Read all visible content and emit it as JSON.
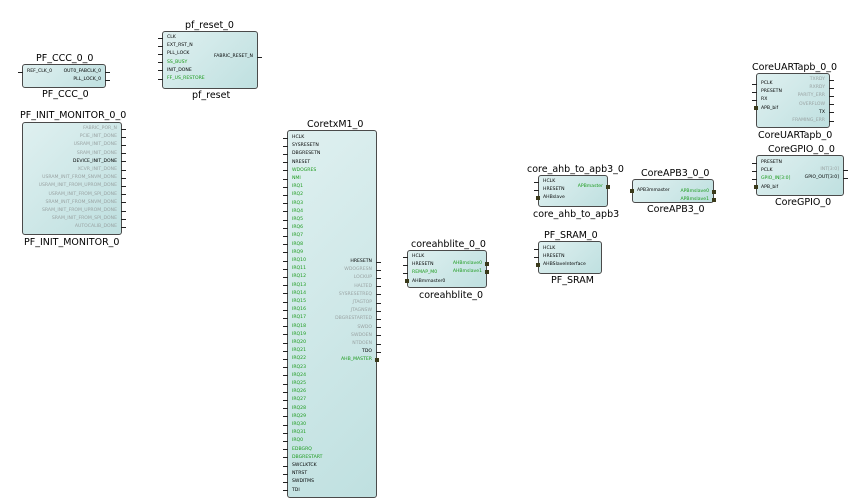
{
  "blocks": [
    {
      "id": "pf_ccc",
      "title": "PF_CCC_0_0",
      "label": "PF_CCC_0",
      "left": [
        {
          "t": "REF_CLK_0",
          "c": "k"
        }
      ],
      "right": [
        {
          "t": "OUT0_FABCLK_0",
          "c": "k"
        },
        {
          "t": "PLL_LOCK_0",
          "c": "k"
        }
      ]
    },
    {
      "id": "pf_reset",
      "title": "pf_reset_0",
      "label": "pf_reset",
      "left": [
        {
          "t": "CLK",
          "c": "k"
        },
        {
          "t": "EXT_RST_N",
          "c": "k"
        },
        {
          "t": "PLL_LOCK",
          "c": "k"
        },
        {
          "t": "SS_BUSY",
          "c": "g"
        },
        {
          "t": "INIT_DONE",
          "c": "k"
        },
        {
          "t": "FF_US_RESTORE",
          "c": "g"
        }
      ],
      "right": [
        {
          "t": "FABRIC_RESET_N",
          "c": "k"
        }
      ]
    },
    {
      "id": "pf_init",
      "title": "PF_INIT_MONITOR_0_0",
      "label": "PF_INIT_MONITOR_0",
      "left": [],
      "right": [
        {
          "t": "FABRIC_POR_N",
          "c": "d"
        },
        {
          "t": "PCIE_INIT_DONE",
          "c": "d"
        },
        {
          "t": "USRAM_INIT_DONE",
          "c": "d"
        },
        {
          "t": "SRAM_INIT_DONE",
          "c": "d"
        },
        {
          "t": "DEVICE_INIT_DONE",
          "c": "k"
        },
        {
          "t": "XCVR_INIT_DONE",
          "c": "d"
        },
        {
          "t": "USRAM_INIT_FROM_SNVM_DONE",
          "c": "d"
        },
        {
          "t": "USRAM_INIT_FROM_UPROM_DONE",
          "c": "d"
        },
        {
          "t": "USRAM_INIT_FROM_SPI_DONE",
          "c": "d"
        },
        {
          "t": "SRAM_INIT_FROM_SNVM_DONE",
          "c": "d"
        },
        {
          "t": "SRAM_INIT_FROM_UPROM_DONE",
          "c": "d"
        },
        {
          "t": "SRAM_INIT_FROM_SPI_DONE",
          "c": "d"
        },
        {
          "t": "AUTOCALIB_DONE",
          "c": "d"
        }
      ]
    },
    {
      "id": "coretx",
      "title": "CoretxM1_0",
      "label": "",
      "left": [
        {
          "t": "HCLK",
          "c": "k"
        },
        {
          "t": "SYSRESETN",
          "c": "k"
        },
        {
          "t": "DBGRESETN",
          "c": "k"
        },
        {
          "t": "NRESET",
          "c": "k"
        },
        {
          "t": "WDOGRES",
          "c": "g"
        },
        {
          "t": "NMI",
          "c": "g"
        },
        {
          "t": "IRQ1",
          "c": "g"
        },
        {
          "t": "IRQ2",
          "c": "g"
        },
        {
          "t": "IRQ3",
          "c": "g"
        },
        {
          "t": "IRQ4",
          "c": "g"
        },
        {
          "t": "IRQ5",
          "c": "g"
        },
        {
          "t": "IRQ6",
          "c": "g"
        },
        {
          "t": "IRQ7",
          "c": "g"
        },
        {
          "t": "IRQ8",
          "c": "g"
        },
        {
          "t": "IRQ9",
          "c": "g"
        },
        {
          "t": "IRQ10",
          "c": "g"
        },
        {
          "t": "IRQ11",
          "c": "g"
        },
        {
          "t": "IRQ12",
          "c": "g"
        },
        {
          "t": "IRQ13",
          "c": "g"
        },
        {
          "t": "IRQ14",
          "c": "g"
        },
        {
          "t": "IRQ15",
          "c": "g"
        },
        {
          "t": "IRQ16",
          "c": "g"
        },
        {
          "t": "IRQ17",
          "c": "g"
        },
        {
          "t": "IRQ18",
          "c": "g"
        },
        {
          "t": "IRQ19",
          "c": "g"
        },
        {
          "t": "IRQ20",
          "c": "g"
        },
        {
          "t": "IRQ21",
          "c": "g"
        },
        {
          "t": "IRQ22",
          "c": "g"
        },
        {
          "t": "IRQ23",
          "c": "g"
        },
        {
          "t": "IRQ24",
          "c": "g"
        },
        {
          "t": "IRQ25",
          "c": "g"
        },
        {
          "t": "IRQ26",
          "c": "g"
        },
        {
          "t": "IRQ27",
          "c": "g"
        },
        {
          "t": "IRQ28",
          "c": "g"
        },
        {
          "t": "IRQ29",
          "c": "g"
        },
        {
          "t": "IRQ30",
          "c": "g"
        },
        {
          "t": "IRQ31",
          "c": "g"
        },
        {
          "t": "IRQ0",
          "c": "g"
        },
        {
          "t": "EDBGRQ",
          "c": "g"
        },
        {
          "t": "DBGRESTART",
          "c": "g"
        },
        {
          "t": "SWCLKTCK",
          "c": "k"
        },
        {
          "t": "NTRST",
          "c": "k"
        },
        {
          "t": "SWDITMS",
          "c": "k"
        },
        {
          "t": "TDI",
          "c": "k"
        }
      ],
      "right": [
        {
          "t": "HRESETN",
          "c": "k"
        },
        {
          "t": "WDOGRESN",
          "c": "d"
        },
        {
          "t": "LOCKUP",
          "c": "d"
        },
        {
          "t": "HALTED",
          "c": "d"
        },
        {
          "t": "SYSRESETREQ",
          "c": "d"
        },
        {
          "t": "JTAGTOP",
          "c": "d"
        },
        {
          "t": "JTAGNSW",
          "c": "d"
        },
        {
          "t": "DBGRESTARTED",
          "c": "d"
        },
        {
          "t": "SWDO",
          "c": "d"
        },
        {
          "t": "SWDOEN",
          "c": "d"
        },
        {
          "t": "NTDOEN",
          "c": "d"
        },
        {
          "t": "TDO",
          "c": "k"
        },
        {
          "t": "AHB_MASTER",
          "c": "g"
        }
      ]
    },
    {
      "id": "coreahblite",
      "title": "coreahblite_0_0",
      "label": "coreahblite_0",
      "left": [
        {
          "t": "HCLK",
          "c": "k"
        },
        {
          "t": "HRESETN",
          "c": "k"
        },
        {
          "t": "REMAP_M0",
          "c": "g"
        },
        {
          "t": "AHBmmaster0",
          "c": "k"
        }
      ],
      "right": [
        {
          "t": "AHBmslave0",
          "c": "g"
        },
        {
          "t": "AHBmslave1",
          "c": "g"
        }
      ]
    },
    {
      "id": "ahb_apb3",
      "title": "core_ahb_to_apb3_0",
      "label": "core_ahb_to_apb3",
      "left": [
        {
          "t": "HCLK",
          "c": "k"
        },
        {
          "t": "HRESETN",
          "c": "k"
        },
        {
          "t": "AHBslave",
          "c": "k"
        }
      ],
      "right": [
        {
          "t": "APBmaster",
          "c": "g"
        }
      ]
    },
    {
      "id": "pf_sram",
      "title": "PF_SRAM_0",
      "label": "PF_SRAM",
      "left": [
        {
          "t": "HCLK",
          "c": "k"
        },
        {
          "t": "HRESETN",
          "c": "k"
        },
        {
          "t": "AHBSlaveInterface",
          "c": "k"
        }
      ],
      "right": []
    },
    {
      "id": "coreapb3",
      "title": "CoreAPB3_0_0",
      "label": "CoreAPB3_0",
      "left": [
        {
          "t": "APB3mmaster",
          "c": "k"
        }
      ],
      "right": [
        {
          "t": "APBmslave0",
          "c": "g"
        },
        {
          "t": "APBmslave1",
          "c": "g"
        }
      ]
    },
    {
      "id": "coreuart",
      "title": "CoreUARTapb_0_0",
      "label": "CoreUARTapb_0",
      "left": [
        {
          "t": "PCLK",
          "c": "k"
        },
        {
          "t": "PRESETN",
          "c": "k"
        },
        {
          "t": "RX",
          "c": "k"
        },
        {
          "t": "APB_bif",
          "c": "k"
        }
      ],
      "right": [
        {
          "t": "TXRDY",
          "c": "d"
        },
        {
          "t": "RXRDY",
          "c": "d"
        },
        {
          "t": "PARITY_ERR",
          "c": "d"
        },
        {
          "t": "OVERFLOW",
          "c": "d"
        },
        {
          "t": "TX",
          "c": "k"
        },
        {
          "t": "FRAMING_ERR",
          "c": "d"
        }
      ]
    },
    {
      "id": "coregpio",
      "title": "CoreGPIO_0_0",
      "label": "CoreGPIO_0",
      "left": [
        {
          "t": "PRESETN",
          "c": "k"
        },
        {
          "t": "PCLK",
          "c": "k"
        },
        {
          "t": "GPIO_IN[3:0]",
          "c": "g"
        },
        {
          "t": "APB_bif",
          "c": "k"
        }
      ],
      "right": [
        {
          "t": "INT[3:0]",
          "c": "d"
        },
        {
          "t": "GPIO_OUT[3:0]",
          "c": "k"
        }
      ]
    }
  ]
}
